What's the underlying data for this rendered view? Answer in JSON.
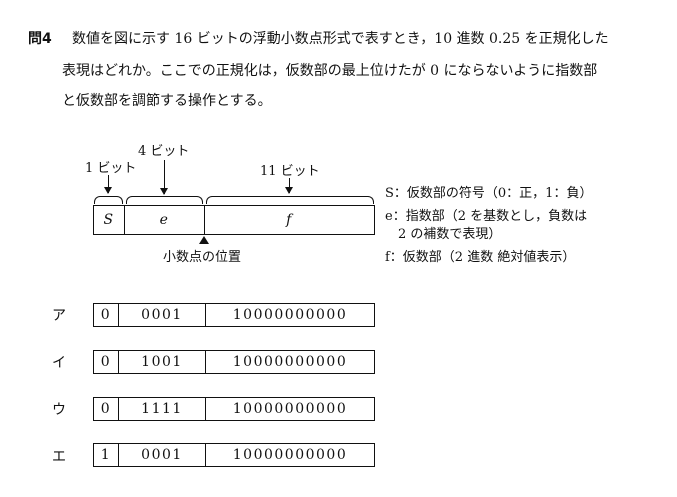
{
  "question": {
    "number": "問4",
    "lines": [
      "数値を図に示す 16 ビットの浮動小数点形式で表すとき，10 進数 0.25 を正規化した",
      "表現はどれか。ここでの正規化は，仮数部の最上位けたが 0 にならないように指数部",
      "と仮数部を調節する操作とする。"
    ]
  },
  "diagram": {
    "bit_labels": {
      "s": "1 ビット",
      "e": "4 ビット",
      "f": "11 ビット"
    },
    "fields": {
      "s": "S",
      "e": "e",
      "f": "f"
    },
    "point_label": "小数点の位置",
    "legend": [
      "S：仮数部の符号（0：正，1：負）",
      "e：指数部（2 を基数とし，負数は",
      "2 の補数で表現）",
      "f：仮数部（2 進数 絶対値表示）"
    ]
  },
  "options": [
    {
      "label": "ア",
      "s": "0",
      "e": "0001",
      "f": "10000000000"
    },
    {
      "label": "イ",
      "s": "0",
      "e": "1001",
      "f": "10000000000"
    },
    {
      "label": "ウ",
      "s": "0",
      "e": "1111",
      "f": "10000000000"
    },
    {
      "label": "エ",
      "s": "1",
      "e": "0001",
      "f": "10000000000"
    }
  ]
}
